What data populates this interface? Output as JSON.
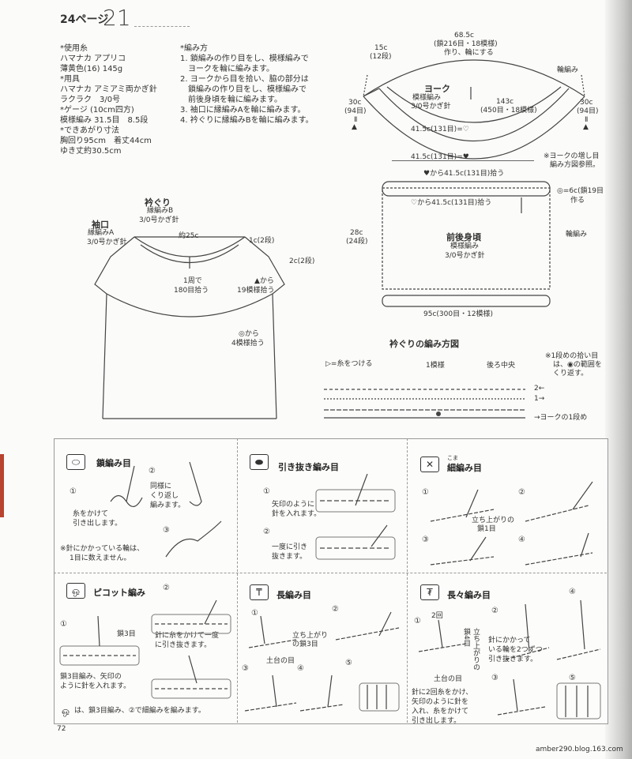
{
  "header": {
    "page_ref": "24ページ",
    "pattern_no": "21"
  },
  "materials": {
    "lines": [
      "*使用糸",
      "ハマナカ アプリコ",
      "薄黄色(16) 145g",
      "*用具",
      "ハマナカ アミアミ両かぎ針",
      "ラクラク　3/0号",
      "*ゲージ (10cm四方)",
      "模様編み  31.5目　8.5段",
      "*できあがり寸法",
      "胸回り95cm　着丈44cm",
      "ゆき丈約30.5cm"
    ]
  },
  "method": {
    "lines": [
      "*編み方",
      "1. 鎖編みの作り目をし、模様編みで",
      "　ヨークを輪に編みます。",
      "2. ヨークから目を拾い、脇の部分は",
      "　鎖編みの作り目をし、模様編みで",
      "　前後身頃を輪に編みます。",
      "3. 袖口に縁編みAを輪に編みます。",
      "4. 衿ぐりに縁編みBを輪に編みます。"
    ]
  },
  "yoke": {
    "top_measure": "68.5c",
    "top_stitches": "(鎖216目・18模様)",
    "top_note": "作り、輪にする",
    "left_top": "15c",
    "left_top_rows": "(12段)",
    "round": "輪編み",
    "title": "ヨーク",
    "pattern": "模様編み",
    "hook": "3/0号かぎ針",
    "side_left": "30c",
    "side_left_rows": "(94目)",
    "side_mark": "Ⅱ",
    "side_right": "30c",
    "side_right_rows": "(94目)",
    "bottom": "143c",
    "bottom_stitches": "(450目・18模様)",
    "inner1": "41.5c(131目)=♡",
    "inner2": "41.5c(131目)=♥",
    "note1": "※ヨークの増し目",
    "note2": "編み方図参照。"
  },
  "body": {
    "top1": "♥から41.5c(131目)拾う",
    "top2": "♡から41.5c(131目)拾う",
    "side_right": "◎=6c(鎖19目",
    "side_right2": "作る",
    "height": "28c",
    "height_rows": "(24段)",
    "round": "輪編み",
    "title": "前後身頃",
    "pattern": "模様編み",
    "hook": "3/0号かぎ針",
    "bottom": "95c(300目・12模様)"
  },
  "assembly": {
    "collar_title": "衿ぐり",
    "collar_pattern": "縁編みB",
    "collar_hook": "3/0号かぎ針",
    "cuff_title": "袖口",
    "cuff_pattern": "縁編みA",
    "cuff_hook": "3/0号かぎ針",
    "width": "約25c",
    "edge1": "1c(2段)",
    "edge2": "2c(2段)",
    "pickup": "1周で",
    "pickup2": "180目拾う",
    "tri1": "▲から",
    "tri2": "19模様拾う",
    "circ1": "◎から",
    "circ2": "4模様拾う"
  },
  "collar_chart": {
    "title": "衿ぐりの編み方図",
    "legend": "▷=糸をつける",
    "repeat": "1模様",
    "center": "後ろ中央",
    "row2": "2←",
    "row1": "1→",
    "yoke_row": "→ヨークの1段め",
    "note1": "※1段めの拾い目",
    "note2": "は、◉の範囲を",
    "note3": "くり返す。"
  },
  "techniques": {
    "chain": {
      "title": "鎖編み目",
      "s1": "①",
      "s2": "②",
      "s3": "③",
      "t1": "糸をかけて",
      "t2": "引き出します。",
      "t3": "同様に",
      "t4": "くり返し",
      "t5": "編みます。",
      "n1": "※針にかかっている輪は、",
      "n2": "1目に数えません。"
    },
    "slip": {
      "title": "引き抜き編み目",
      "s1": "①",
      "s2": "②",
      "t1": "矢印のように",
      "t2": "針を入れます。",
      "t3": "一度に引き",
      "t4": "抜きます。"
    },
    "single": {
      "title": "細編み目",
      "ruby": "こま",
      "s1": "①",
      "s2": "②",
      "s3": "③",
      "s4": "④",
      "t1": "立ち上がりの",
      "t2": "鎖1目"
    },
    "picot": {
      "title": "ピコット編み",
      "s1": "①",
      "s2": "②",
      "l1": "鎖3目",
      "t1": "針に糸をかけて一度",
      "t2": "に引き抜きます。",
      "t3": "鎖3目編み、矢印の",
      "t4": "ように針を入れます。",
      "n1": "は、鎖3目編み、②で細編みを編みます。"
    },
    "dc": {
      "title": "長編み目",
      "s1": "①",
      "s2": "②",
      "s3": "③",
      "s4": "④",
      "s5": "⑤",
      "t1": "立ち上がり",
      "t2": "の鎖3目",
      "t3": "土台の目"
    },
    "tr": {
      "title": "長々編み目",
      "s1": "①",
      "s2": "②",
      "s3": "③",
      "s4": "④",
      "s5": "⑤",
      "r1": "2回",
      "r2": "鎖4目",
      "r3": "立ち上がりの",
      "t1": "針にかかって",
      "t2": "いる輪を2つずつ",
      "t3": "引き抜きます。",
      "t4": "土台の目",
      "t5": "針に2回糸をかけ、",
      "t6": "矢印のように針を",
      "t7": "入れ、糸をかけて",
      "t8": "引き出します。"
    }
  },
  "footer": {
    "page": "72",
    "credit": "amber290.blog.163.com"
  },
  "colors": {
    "binding_shadow": "#c9c9c7",
    "accent_red": "#b8432f",
    "line": "#444444"
  }
}
